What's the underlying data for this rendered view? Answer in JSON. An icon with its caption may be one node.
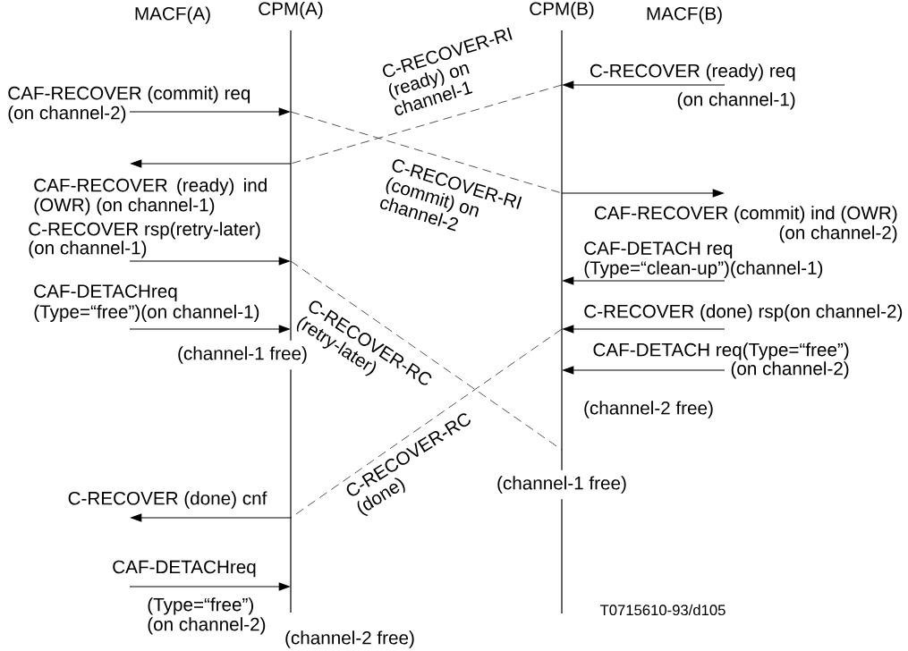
{
  "diagram": {
    "nodes": [
      {
        "text": [
          "CPM(A)"
        ]
      },
      {
        "text": [
          "CPM(B)"
        ]
      }
    ],
    "edges": [
      {
        "from": null,
        "to": 1,
        "arrow": "to",
        "label": "C-RECOVER (ready) req (on channel-1)"
      },
      {
        "from": 1,
        "to": 0,
        "arrow": "none",
        "style": "dashed",
        "label": "C-RECOVER-RI (ready) on channel-1"
      },
      {
        "from": null,
        "to": 0,
        "arrow": "to",
        "label": "CAF-RECOVER (commit) req (on channel-2)"
      },
      {
        "from": 0,
        "to": 1,
        "arrow": "none",
        "style": "dashed",
        "label": "C-RECOVER-RI (commit) on channel-2"
      },
      {
        "from": 0,
        "to": null,
        "arrow": "to",
        "label": "CAF-RECOVER (ready) ind (OWR) (on channel-1)"
      },
      {
        "from": 1,
        "to": null,
        "arrow": "to",
        "label": "CAF-RECOVER (commit) ind (OWR) (on channel-2)"
      },
      {
        "from": null,
        "to": 0,
        "arrow": "to",
        "label": "C-RECOVER rsp(retry-later) (on channel-1)"
      },
      {
        "from": 0,
        "to": 1,
        "arrow": "none",
        "style": "dashed",
        "label": "C-RECOVER-RC (retry-later)"
      },
      {
        "from": null,
        "to": 1,
        "arrow": "to",
        "label": "CAF-DETACH req (Type=“clean-up”)(channel-1)"
      },
      {
        "from": null,
        "to": 0,
        "arrow": "to",
        "label": "CAF-DETACHreq (Type=“free”)(on channel-1)"
      },
      {
        "from": null,
        "to": 1,
        "arrow": "to",
        "label": "C-RECOVER (done) rsp(on channel-2)"
      },
      {
        "from": 1,
        "to": 0,
        "arrow": "none",
        "style": "dashed",
        "label": "C-RECOVER-RC (done)"
      },
      {
        "from": null,
        "to": 1,
        "arrow": "to",
        "label": "CAF-DETACH req(Type=“free”) (on channel-2)"
      },
      {
        "from": 0,
        "to": null,
        "arrow": "to",
        "label": "C-RECOVER (done) cnf"
      },
      {
        "from": null,
        "to": 0,
        "arrow": "to",
        "label": "CAF-DETACHreq"
      }
    ],
    "labels": [
      "MACF(A)",
      "MACF(B)",
      "(channel-1 free)",
      "(channel-2 free)",
      "(channel-1 free)",
      "(Type=“free”) (on channel-2)",
      "T0715610-93/d105",
      "(channel-2 free)"
    ]
  }
}
